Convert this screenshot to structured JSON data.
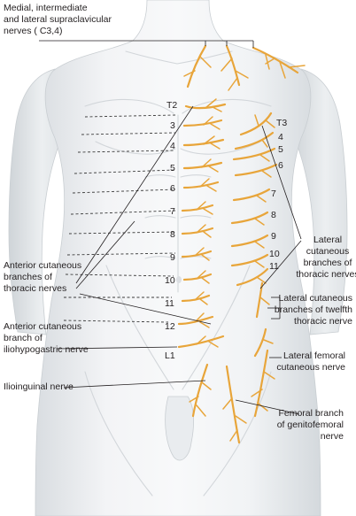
{
  "colors": {
    "nerve": "#e8a53a",
    "skin_light": "#f6f7f8",
    "skin_mid": "#e6e9ec",
    "skin_shadow": "#cfd4d8",
    "text": "#231f20"
  },
  "labels": {
    "supraclavicular": [
      "Medial, intermediate",
      "and lateral supraclavicular",
      "nerves ( C3,4)"
    ],
    "anterior_thoracic": [
      "Anterior cutaneous",
      "branches of",
      "thoracic nerves"
    ],
    "iliohypogastric": [
      "Anterior cutaneous",
      "branch of",
      "iliohypogastric nerve"
    ],
    "ilioinguinal": [
      "Ilioinguinal nerve"
    ],
    "lateral_thoracic": [
      "Lateral",
      "cutaneous",
      "branches of",
      "thoracic nerves"
    ],
    "lateral_twelfth": [
      "Lateral cutaneous",
      "branches of twelfth",
      "thoracic nerve"
    ],
    "lateral_femoral": [
      "Lateral femoral",
      "cutaneous nerve"
    ],
    "femoral_branch": [
      "Femoral branch",
      "of genitofemoral",
      "nerve"
    ]
  },
  "segments_left": [
    "T2",
    "3",
    "4",
    "5",
    "6",
    "7",
    "8",
    "9",
    "10",
    "11",
    "12",
    "L1"
  ],
  "segments_right": [
    "T3",
    "4",
    "5",
    "6",
    "7",
    "8",
    "9",
    "10",
    "11"
  ]
}
